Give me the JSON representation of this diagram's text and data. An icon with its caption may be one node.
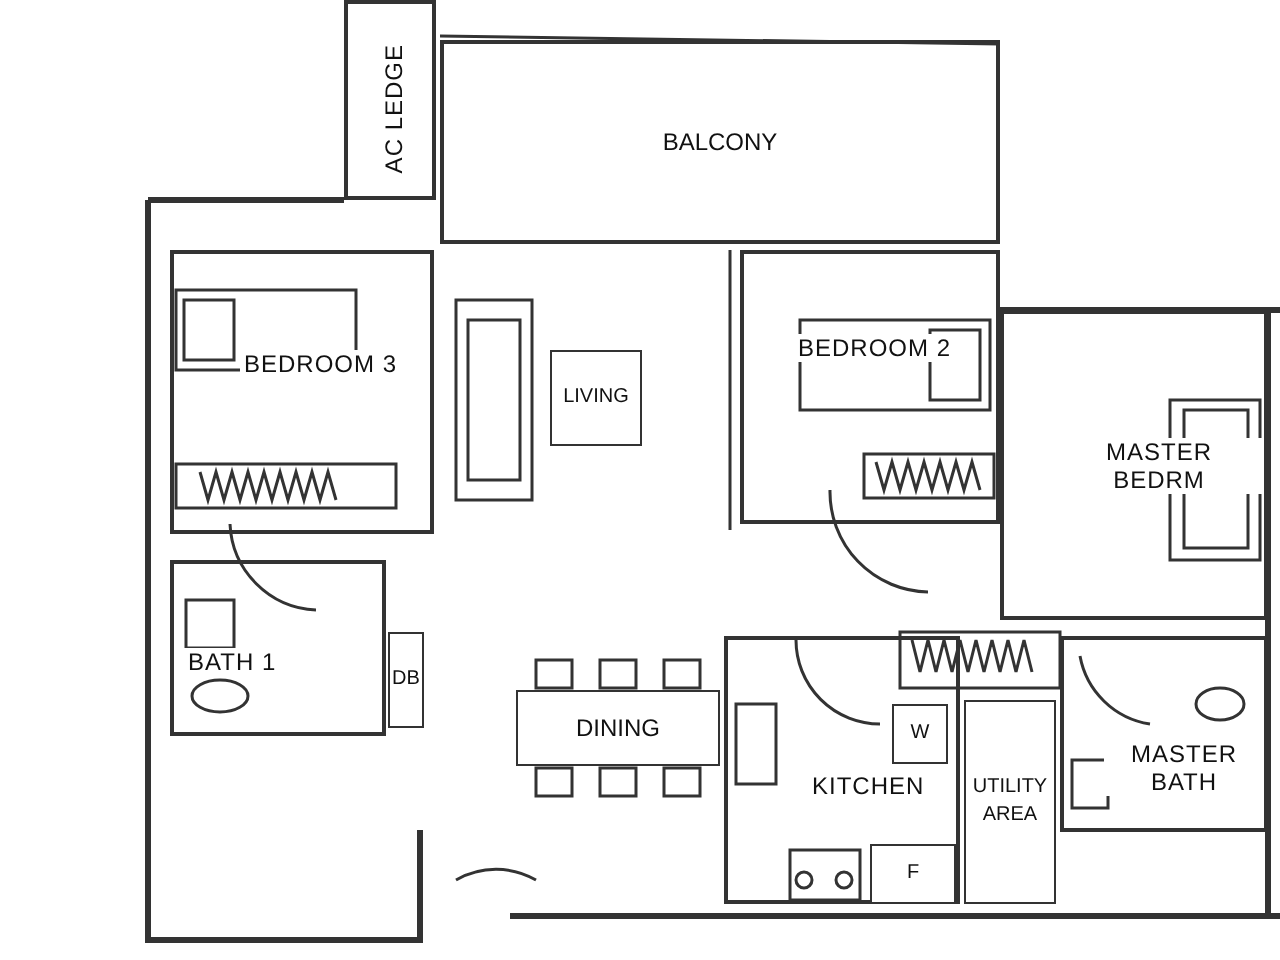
{
  "diagram": {
    "nodes": [
      {
        "text": [
          "AC LEDGE"
        ]
      },
      {
        "text": [
          "BALCONY"
        ]
      },
      {
        "text": [
          "BEDROOM 3"
        ]
      },
      {
        "text": [
          "LIVING"
        ]
      },
      {
        "text": [
          "BEDROOM 2"
        ]
      },
      {
        "text": [
          "MASTER BEDRM"
        ]
      },
      {
        "text": [
          "BATH 1"
        ]
      },
      {
        "text": [
          "DB"
        ]
      },
      {
        "text": [
          "DINING"
        ]
      },
      {
        "text": [
          "KITCHEN"
        ]
      },
      {
        "text": [
          "W"
        ],
        "in": 9
      },
      {
        "text": [
          "F"
        ],
        "in": 9
      },
      {
        "text": [
          "UTILITY AREA"
        ]
      },
      {
        "text": [
          "MASTER BATH"
        ]
      }
    ],
    "edges": []
  }
}
